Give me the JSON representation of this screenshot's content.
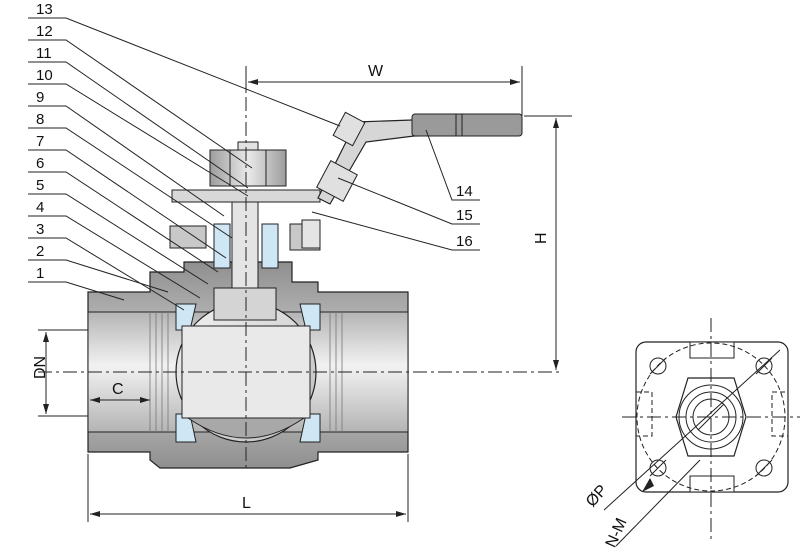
{
  "part_labels": [
    "1",
    "2",
    "3",
    "4",
    "5",
    "6",
    "7",
    "8",
    "9",
    "10",
    "11",
    "12",
    "13",
    "14",
    "15",
    "16"
  ],
  "dimensions": {
    "w": "W",
    "h": "H",
    "l": "L",
    "c": "C",
    "dn": "DN",
    "p": "ØP",
    "nm": "N-M"
  },
  "colors": {
    "metal_dark": "#9a9a9a",
    "metal_mid": "#c4c4c4",
    "metal_light": "#e6e6e6",
    "seat": "#cfe6f4",
    "ball": "#dcdcdc",
    "line": "#222222"
  }
}
